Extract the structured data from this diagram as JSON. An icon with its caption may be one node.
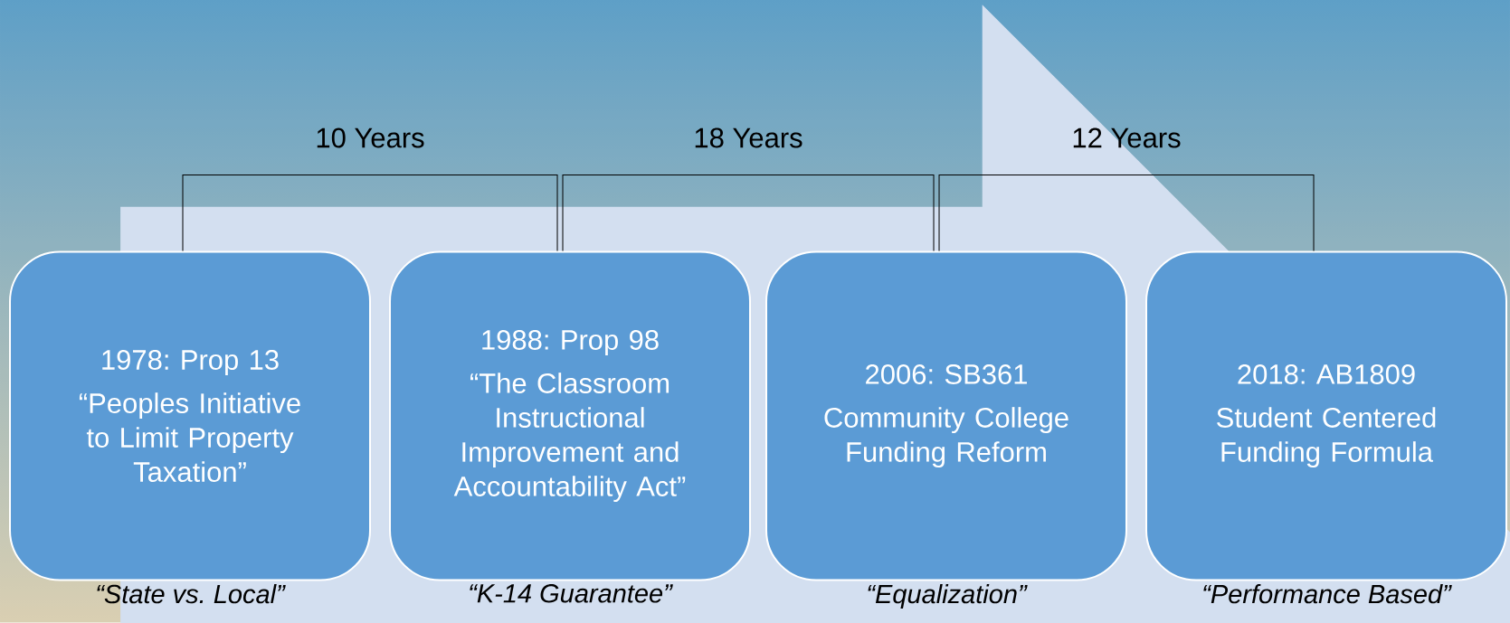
{
  "diagram": {
    "nodes": [
      {
        "text": [
          "1978: Prop 13",
          "“Peoples Initiative to Limit Property Taxation”"
        ],
        "beside": [
          "“State vs. Local”"
        ]
      },
      {
        "text": [
          "1988: Prop 98",
          "“The Classroom Instructional Improvement and Accountability Act”"
        ],
        "beside": [
          "“K-14 Guarantee”"
        ]
      },
      {
        "text": [
          "2006: SB361",
          "Community College Funding Reform"
        ],
        "beside": [
          "“Equalization”"
        ]
      },
      {
        "text": [
          "2018: AB1809",
          "Student Centered Funding Formula"
        ],
        "beside": [
          "“Performance Based”"
        ]
      }
    ],
    "edges": [
      {
        "from": 0,
        "to": 1,
        "arrow": "none",
        "label": "10 Years"
      },
      {
        "from": 1,
        "to": 2,
        "arrow": "none",
        "label": "18 Years"
      },
      {
        "from": 2,
        "to": 3,
        "arrow": "none",
        "label": "12 Years"
      }
    ]
  }
}
